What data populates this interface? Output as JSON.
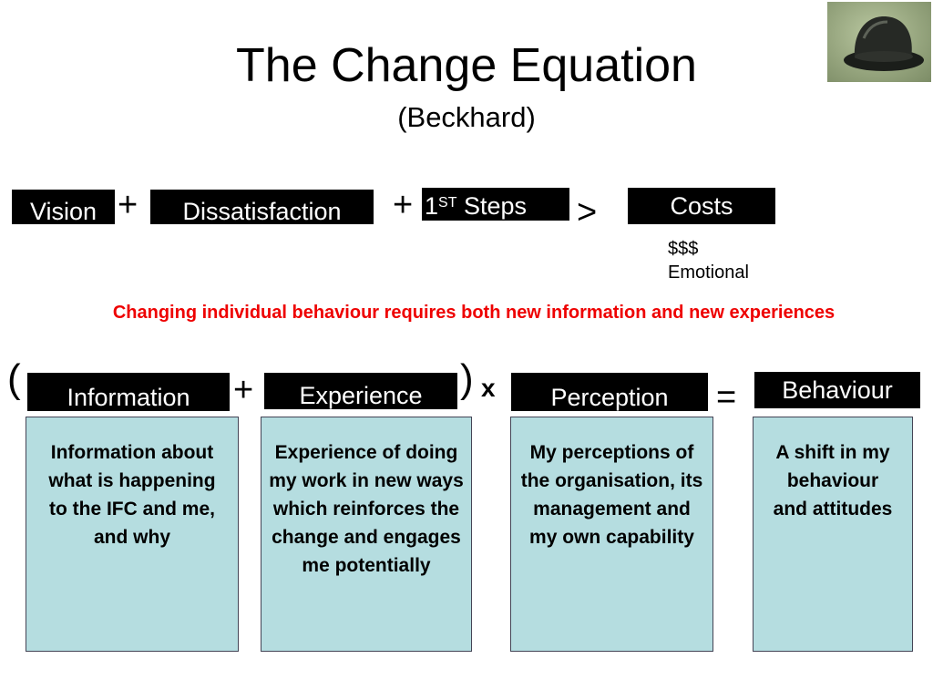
{
  "header": {
    "title": "The Change Equation",
    "subtitle": "(Beckhard)"
  },
  "equation1": {
    "vision": "Vision",
    "plus": "+",
    "dissatisfaction": "Dissatisfaction",
    "steps_number": "1",
    "steps_sup": "ST",
    "steps_word": " Steps",
    "greater_than": ">",
    "costs": "Costs",
    "cost_items": [
      "$$$",
      "Emotional"
    ]
  },
  "tagline": "Changing individual behaviour requires both new information and new experiences",
  "equation2": {
    "open_paren": "(",
    "close_paren": ")",
    "multiply": "x",
    "equals": "=",
    "plus": "+",
    "terms": [
      "Information",
      "Experience",
      "Perception",
      "Behaviour"
    ]
  },
  "descriptions": [
    "Information about what is happening to the IFC and me, and why",
    "Experience of doing my work in new ways which reinforces the change and engages me potentially",
    "My perceptions of the organisation, its management and my own capability",
    "A shift in my behaviour and attitudes"
  ],
  "colors": {
    "accent_red": "#ee0000",
    "box_fill": "#b5dde0",
    "label_bg": "#000000"
  },
  "icons": {
    "corner_image": "bowler-hat-icon"
  }
}
